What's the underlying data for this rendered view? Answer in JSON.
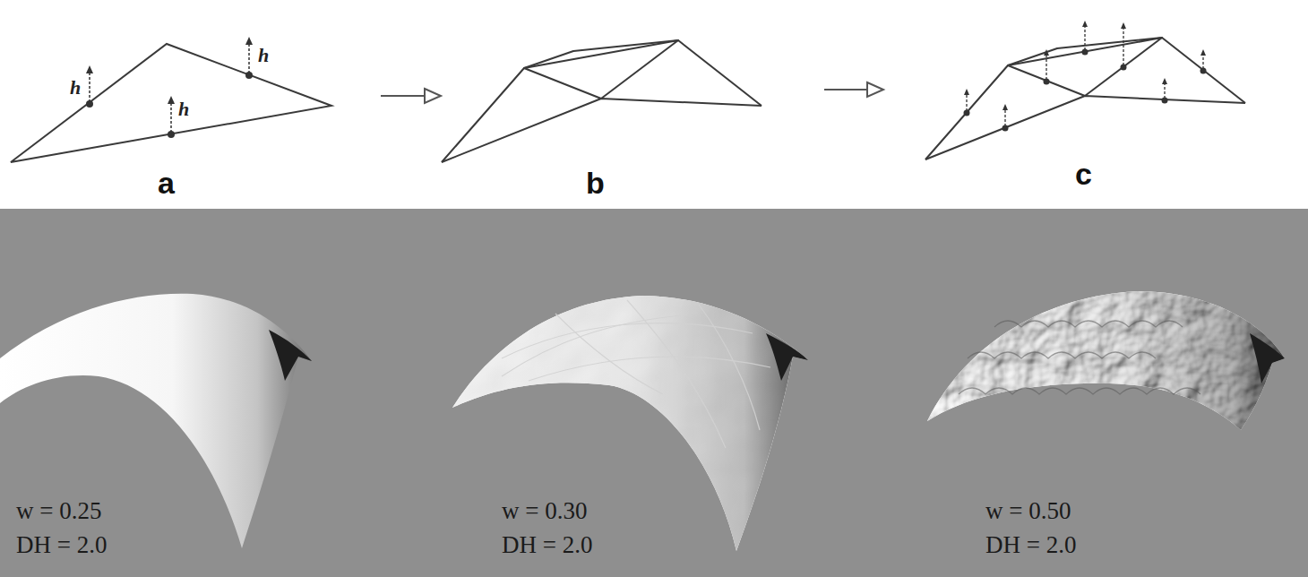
{
  "diagram": {
    "labels": [
      "h",
      "h",
      "h",
      "a",
      "b",
      "c",
      "w = 0.25",
      "DH = 2.0",
      "w = 0.30",
      "DH = 2.0",
      "w = 0.50",
      "DH = 2.0"
    ]
  }
}
